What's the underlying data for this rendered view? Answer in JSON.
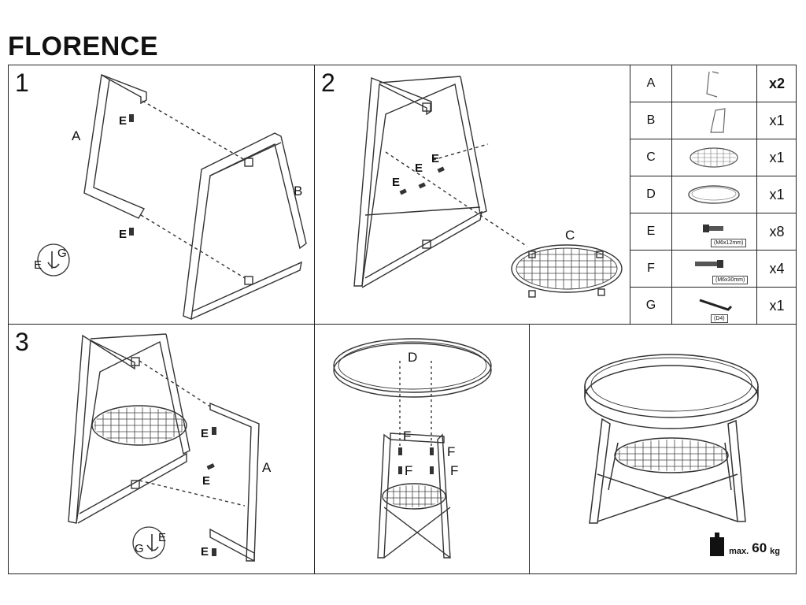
{
  "document": {
    "title": "FLORENCE"
  },
  "steps": {
    "s1": {
      "number": "1",
      "labels": {
        "a": "A",
        "b": "B",
        "e_top": "E",
        "e_bottom": "E"
      },
      "tool": {
        "e": "E",
        "g": "G"
      }
    },
    "s2": {
      "number": "2",
      "labels": {
        "e1": "E",
        "e2": "E",
        "e3": "E",
        "c": "C"
      }
    },
    "s3": {
      "number": "3",
      "labels": {
        "a": "A",
        "e1": "E",
        "e2": "E",
        "e3": "E"
      },
      "tool": {
        "e": "E",
        "g": "G"
      }
    },
    "s4": {
      "labels": {
        "d": "D",
        "f1": "F",
        "f2": "F",
        "f3": "F",
        "f4": "F"
      }
    },
    "s5": {
      "weight_max": "max.",
      "weight_value": "60",
      "weight_unit": "kg"
    }
  },
  "parts": [
    {
      "letter": "A",
      "icon": "frame-a-icon",
      "qty": "x2",
      "size": ""
    },
    {
      "letter": "B",
      "icon": "frame-b-icon",
      "qty": "x1",
      "size": ""
    },
    {
      "letter": "C",
      "icon": "mesh-shelf-icon",
      "qty": "x1",
      "size": ""
    },
    {
      "letter": "D",
      "icon": "round-tray-icon",
      "qty": "x1",
      "size": ""
    },
    {
      "letter": "E",
      "icon": "short-bolt-icon",
      "qty": "x8",
      "size": "(M6x12mm)"
    },
    {
      "letter": "F",
      "icon": "long-bolt-icon",
      "qty": "x4",
      "size": "(M6x30mm)"
    },
    {
      "letter": "G",
      "icon": "allen-key-icon",
      "qty": "x1",
      "size": "(D4)"
    }
  ]
}
